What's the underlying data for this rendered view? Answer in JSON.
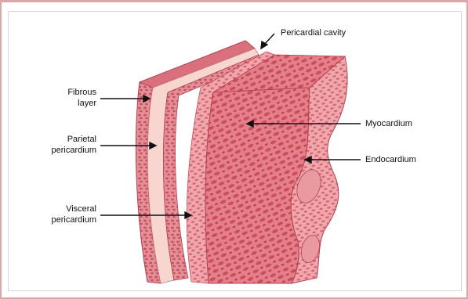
{
  "labels": {
    "pericardial_cavity": "Pericardial cavity",
    "fibrous_layer_line1": "Fibrous",
    "fibrous_layer_line2": "layer",
    "parietal_line1": "Parietal",
    "parietal_line2": "pericardium",
    "visceral_line1": "Visceral",
    "visceral_line2": "pericardium",
    "myocardium": "Myocardium",
    "endocardium": "Endocardium"
  },
  "colors": {
    "tissue_dark": "#c94e5a",
    "tissue_mid": "#e07c86",
    "tissue_light": "#f2b5b8",
    "fibrous_band": "#f4d2cc",
    "border": "#d9a7a7"
  }
}
